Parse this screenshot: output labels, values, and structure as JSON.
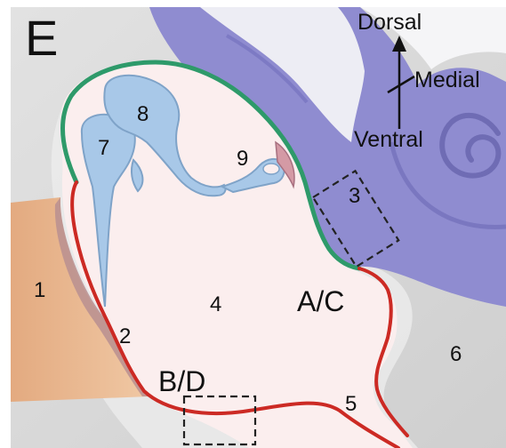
{
  "panel_label": "E",
  "orientation": {
    "dorsal": "Dorsal",
    "medial": "Medial",
    "ventral": "Ventral"
  },
  "regions": {
    "r1": "1",
    "r2": "2",
    "r3": "3",
    "r4": "4",
    "r5": "5",
    "r6": "6",
    "r7": "7",
    "r8": "8",
    "r9": "9"
  },
  "boxes": {
    "ac": "A/C",
    "bd": "B/D"
  },
  "colors": {
    "background": "#d9d9d9",
    "cavity": "#fbeeee",
    "cochlea": "#8f8cd0",
    "ossicle": "#a8c8e8",
    "ear_canal": "#e8b58e",
    "membrane_green": "#2e9a6a",
    "membrane_red": "#cc2a24"
  }
}
